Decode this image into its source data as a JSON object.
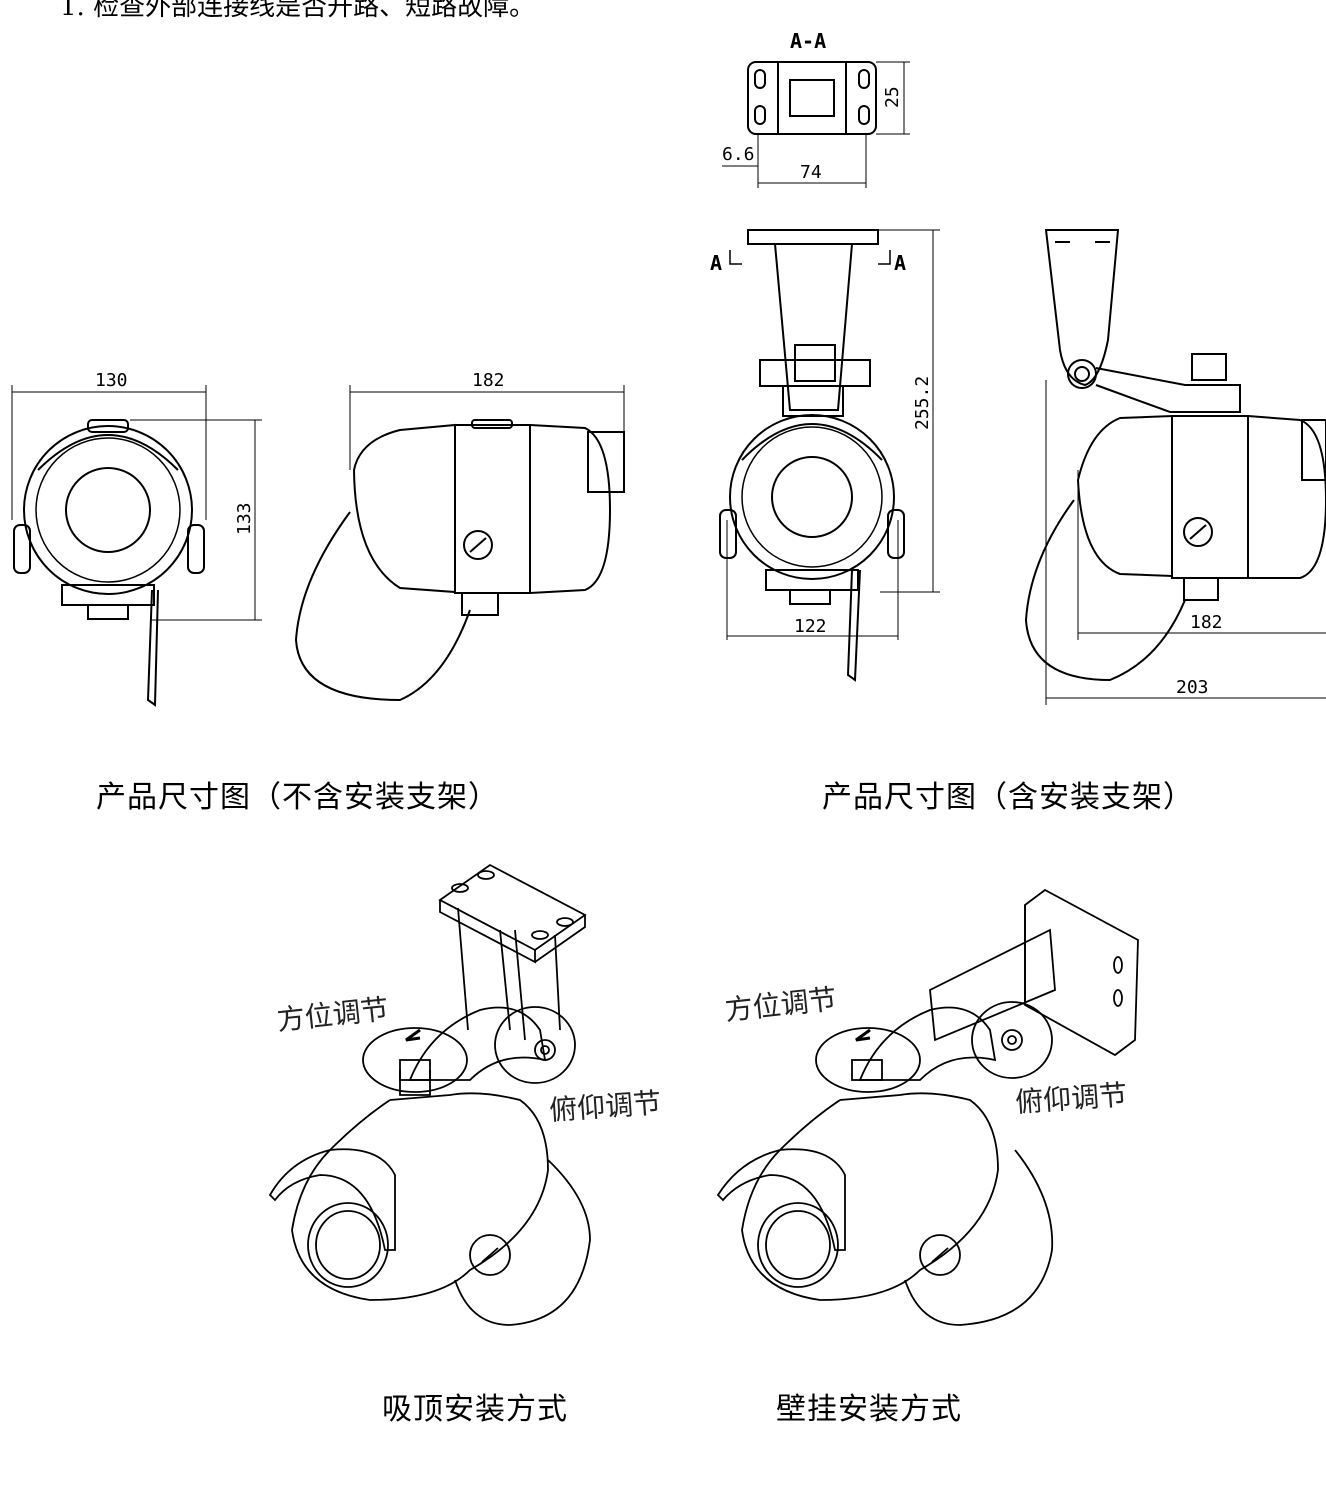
{
  "header": {
    "text": "1. 检查外部连接线是否开路、短路故障。"
  },
  "dimension_drawings": {
    "section_label": "A-A",
    "section_marks": [
      "A",
      "A"
    ],
    "front_view": {
      "width_label": "130",
      "height_label": "133"
    },
    "side_view": {
      "length_label": "182"
    },
    "section_view": {
      "hole_label": "6.6",
      "spacing_label": "74",
      "height_label": "25"
    },
    "bracket_front_view": {
      "height_label": "255.2",
      "width_label": "122"
    },
    "bracket_side_view": {
      "body_length_label": "182",
      "total_length_label": "203"
    }
  },
  "captions": {
    "without_bracket": "产品尺寸图（不含安装支架）",
    "with_bracket": "产品尺寸图（含安装支架）",
    "ceiling_mount": "吸顶安装方式",
    "wall_mount": "壁挂安装方式"
  },
  "adjustments": {
    "azimuth": "方位调节",
    "pitch": "俯仰调节"
  }
}
